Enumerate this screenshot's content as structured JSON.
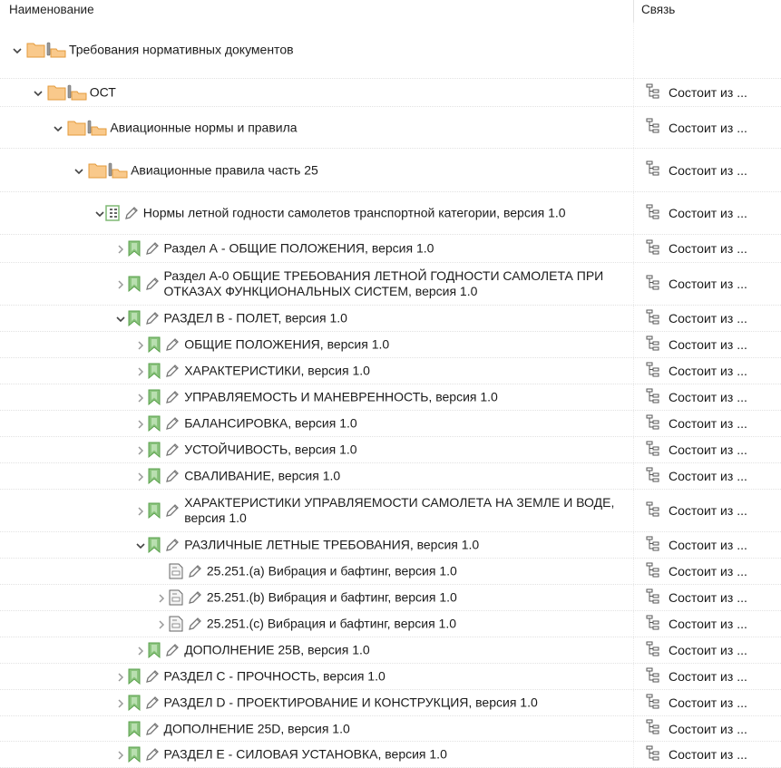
{
  "header": {
    "name_col": "Наименование",
    "link_col": "Связь"
  },
  "colors": {
    "folder": "#f9c98b",
    "folder_border": "#e39a3b",
    "bookmark": "#8cc57f",
    "text": "#1b1b1b"
  },
  "rows": [
    {
      "level": 0,
      "state": "expanded",
      "icon": "folder-icon",
      "label": "Требования нормативных документов",
      "link": ""
    },
    {
      "level": 1,
      "state": "expanded",
      "icon": "folder-icon",
      "label": "ОСТ",
      "link": "Состоит из ..."
    },
    {
      "level": 2,
      "state": "expanded",
      "icon": "folder-icon",
      "label": "Авиационные нормы и правила",
      "link": "Состоит из ..."
    },
    {
      "level": 3,
      "state": "expanded",
      "icon": "folder-icon",
      "label": "Авиационные правила часть 25",
      "link": "Состоит из ..."
    },
    {
      "level": 4,
      "state": "expanded",
      "icon": "table-icon",
      "label": "Нормы летной годности самолетов транспортной категории, версия 1.0",
      "link": "Состоит из ..."
    },
    {
      "level": 5,
      "state": "collapsed",
      "icon": "bookmark-icon",
      "label": "Раздел А - ОБЩИЕ ПОЛОЖЕНИЯ, версия 1.0",
      "link": "Состоит из ..."
    },
    {
      "level": 5,
      "state": "collapsed",
      "icon": "bookmark-icon",
      "label": "Раздел А-0 ОБЩИЕ ТРЕБОВАНИЯ ЛЕТНОЙ ГОДНОСТИ САМОЛЕТА ПРИ ОТКАЗАХ ФУНКЦИОНАЛЬНЫХ СИСТЕМ, версия 1.0",
      "link": "Состоит из ..."
    },
    {
      "level": 5,
      "state": "expanded",
      "icon": "bookmark-icon",
      "label": "РАЗДЕЛ В - ПОЛЕТ, версия 1.0",
      "link": "Состоит из ..."
    },
    {
      "level": 6,
      "state": "collapsed",
      "icon": "bookmark-icon",
      "label": "ОБЩИЕ ПОЛОЖЕНИЯ, версия 1.0",
      "link": "Состоит из ..."
    },
    {
      "level": 6,
      "state": "collapsed",
      "icon": "bookmark-icon",
      "label": "ХАРАКТЕРИСТИКИ, версия 1.0",
      "link": "Состоит из ..."
    },
    {
      "level": 6,
      "state": "collapsed",
      "icon": "bookmark-icon",
      "label": "УПРАВЛЯЕМОСТЬ И МАНЕВРЕННОСТЬ, версия 1.0",
      "link": "Состоит из ..."
    },
    {
      "level": 6,
      "state": "collapsed",
      "icon": "bookmark-icon",
      "label": "БАЛАНСИРОВКА, версия 1.0",
      "link": "Состоит из ..."
    },
    {
      "level": 6,
      "state": "collapsed",
      "icon": "bookmark-icon",
      "label": "УСТОЙЧИВОСТЬ, версия 1.0",
      "link": "Состоит из ..."
    },
    {
      "level": 6,
      "state": "collapsed",
      "icon": "bookmark-icon",
      "label": "СВАЛИВАНИЕ, версия 1.0",
      "link": "Состоит из ..."
    },
    {
      "level": 6,
      "state": "collapsed",
      "icon": "bookmark-icon",
      "label": "ХАРАКТЕРИСТИКИ УПРАВЛЯЕМОСТИ САМОЛЕТА НА ЗЕМЛЕ И ВОДЕ, версия 1.0",
      "link": "Состоит из ..."
    },
    {
      "level": 6,
      "state": "expanded",
      "icon": "bookmark-icon",
      "label": "РАЗЛИЧНЫЕ ЛЕТНЫЕ ТРЕБОВАНИЯ, версия 1.0",
      "link": "Состоит из ..."
    },
    {
      "level": 7,
      "state": "leaf",
      "icon": "document-icon",
      "label": "25.251.(a) Вибрация и бафтинг, версия 1.0",
      "link": "Состоит из ..."
    },
    {
      "level": 7,
      "state": "collapsed",
      "icon": "document-icon",
      "label": "25.251.(b) Вибрация и бафтинг, версия 1.0",
      "link": "Состоит из ..."
    },
    {
      "level": 7,
      "state": "collapsed",
      "icon": "document-icon",
      "label": "25.251.(c) Вибрация и бафтинг, версия 1.0",
      "link": "Состоит из ..."
    },
    {
      "level": 6,
      "state": "collapsed",
      "icon": "bookmark-icon",
      "label": "ДОПОЛНЕНИЕ 25B, версия 1.0",
      "link": "Состоит из ..."
    },
    {
      "level": 5,
      "state": "collapsed",
      "icon": "bookmark-icon",
      "label": "РАЗДЕЛ С - ПРОЧНОСТЬ, версия 1.0",
      "link": "Состоит из ..."
    },
    {
      "level": 5,
      "state": "collapsed",
      "icon": "bookmark-icon",
      "label": "РАЗДЕЛ D - ПРОЕКТИРОВАНИЕ И КОНСТРУКЦИЯ, версия 1.0",
      "link": "Состоит из ..."
    },
    {
      "level": 5,
      "state": "leaf",
      "icon": "bookmark-icon",
      "label": "ДОПОЛНЕНИЕ 25D, версия 1.0",
      "link": "Состоит из ..."
    },
    {
      "level": 5,
      "state": "collapsed",
      "icon": "bookmark-icon",
      "label": "РАЗДЕЛ Е - СИЛОВАЯ УСТАНОВКА, версия 1.0",
      "link": "Состоит из ..."
    }
  ]
}
